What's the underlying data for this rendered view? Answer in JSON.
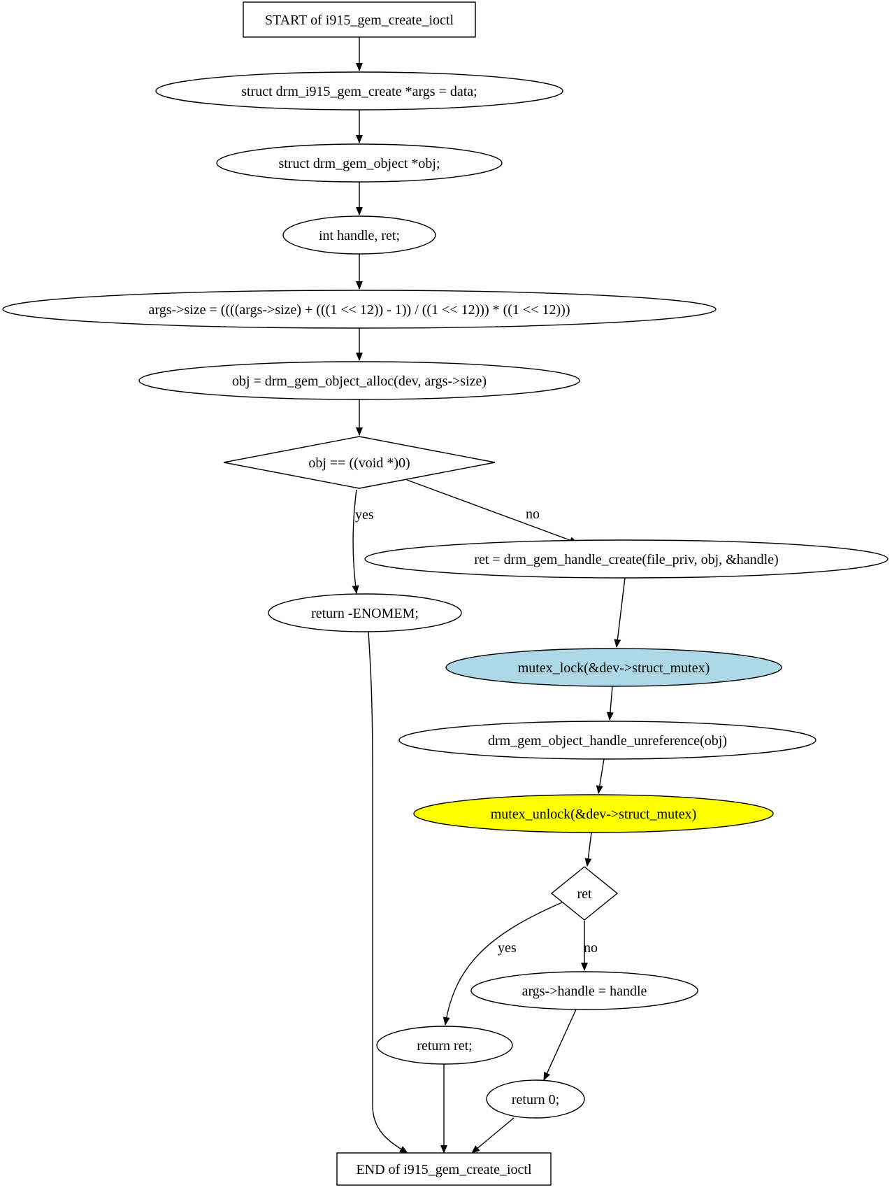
{
  "diagram": {
    "nodes": [
      {
        "id": "start",
        "label": "START of i915_gem_create_ioctl",
        "shape": "box",
        "fill": "#ffffff"
      },
      {
        "id": "args-decl",
        "label": "struct drm_i915_gem_create *args = data;",
        "shape": "ellipse",
        "fill": "#ffffff"
      },
      {
        "id": "obj-decl",
        "label": "struct drm_gem_object *obj;",
        "shape": "ellipse",
        "fill": "#ffffff"
      },
      {
        "id": "handle-decl",
        "label": "int handle, ret;",
        "shape": "ellipse",
        "fill": "#ffffff"
      },
      {
        "id": "size-calc",
        "label": "args->size = ((((args->size) + (((1 << 12)) - 1)) / ((1 << 12))) * ((1 << 12)))",
        "shape": "ellipse",
        "fill": "#ffffff"
      },
      {
        "id": "obj-alloc",
        "label": "obj = drm_gem_object_alloc(dev, args->size)",
        "shape": "ellipse",
        "fill": "#ffffff"
      },
      {
        "id": "obj-null-check",
        "label": "obj == ((void *)0)",
        "shape": "diamond",
        "fill": "#ffffff"
      },
      {
        "id": "handle-create",
        "label": "ret = drm_gem_handle_create(file_priv, obj, &handle)",
        "shape": "ellipse",
        "fill": "#ffffff"
      },
      {
        "id": "return-enomem",
        "label": "return -ENOMEM;",
        "shape": "ellipse",
        "fill": "#ffffff"
      },
      {
        "id": "mutex-lock",
        "label": "mutex_lock(&dev->struct_mutex)",
        "shape": "ellipse",
        "fill": "#add8e6"
      },
      {
        "id": "handle-unref",
        "label": "drm_gem_object_handle_unreference(obj)",
        "shape": "ellipse",
        "fill": "#ffffff"
      },
      {
        "id": "mutex-unlock",
        "label": "mutex_unlock(&dev->struct_mutex)",
        "shape": "ellipse",
        "fill": "#ffff00"
      },
      {
        "id": "ret-check",
        "label": "ret",
        "shape": "diamond",
        "fill": "#ffffff"
      },
      {
        "id": "handle-assign",
        "label": "args->handle = handle",
        "shape": "ellipse",
        "fill": "#ffffff"
      },
      {
        "id": "return-ret",
        "label": "return ret;",
        "shape": "ellipse",
        "fill": "#ffffff"
      },
      {
        "id": "return-zero",
        "label": "return 0;",
        "shape": "ellipse",
        "fill": "#ffffff"
      },
      {
        "id": "end",
        "label": "END of i915_gem_create_ioctl",
        "shape": "box",
        "fill": "#ffffff"
      }
    ],
    "edges": [
      {
        "from": "start",
        "to": "args-decl",
        "label": ""
      },
      {
        "from": "args-decl",
        "to": "obj-decl",
        "label": ""
      },
      {
        "from": "obj-decl",
        "to": "handle-decl",
        "label": ""
      },
      {
        "from": "handle-decl",
        "to": "size-calc",
        "label": ""
      },
      {
        "from": "size-calc",
        "to": "obj-alloc",
        "label": ""
      },
      {
        "from": "obj-alloc",
        "to": "obj-null-check",
        "label": ""
      },
      {
        "from": "obj-null-check",
        "to": "return-enomem",
        "label": "yes"
      },
      {
        "from": "obj-null-check",
        "to": "handle-create",
        "label": "no"
      },
      {
        "from": "handle-create",
        "to": "mutex-lock",
        "label": ""
      },
      {
        "from": "mutex-lock",
        "to": "handle-unref",
        "label": ""
      },
      {
        "from": "handle-unref",
        "to": "mutex-unlock",
        "label": ""
      },
      {
        "from": "mutex-unlock",
        "to": "ret-check",
        "label": ""
      },
      {
        "from": "ret-check",
        "to": "return-ret",
        "label": "yes"
      },
      {
        "from": "ret-check",
        "to": "handle-assign",
        "label": "no"
      },
      {
        "from": "handle-assign",
        "to": "return-zero",
        "label": ""
      },
      {
        "from": "return-enomem",
        "to": "end",
        "label": ""
      },
      {
        "from": "return-ret",
        "to": "end",
        "label": ""
      },
      {
        "from": "return-zero",
        "to": "end",
        "label": ""
      }
    ]
  }
}
